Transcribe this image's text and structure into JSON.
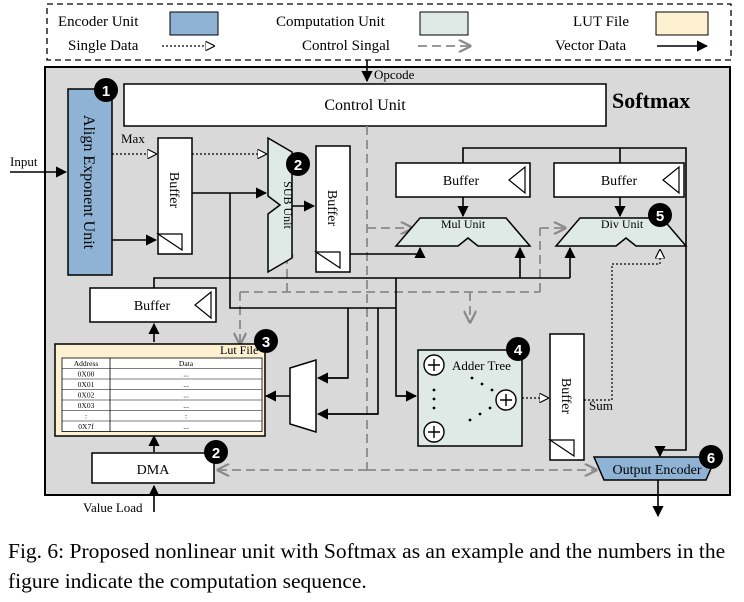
{
  "legend": {
    "encoder_unit": "Encoder Unit",
    "single_data": "Single Data",
    "computation_unit": "Computation Unit",
    "control_signal": "Control Singal",
    "lut_file": "LUT File",
    "vector_data": "Vector Data"
  },
  "colors": {
    "encoder": "#8fb3d5",
    "computation": "#dfe9e5",
    "lut": "#fdf1d2",
    "module_bg": "#d9d9d9",
    "control_dash": "#8a8a8a"
  },
  "module": {
    "title": "Softmax"
  },
  "labels": {
    "opcode": "Opcode",
    "control_unit": "Control Unit",
    "align_exponent_unit": "Align Exponent Unit",
    "input": "Input",
    "max": "Max",
    "buffer": "Buffer",
    "sub_unit": "SUB Unit",
    "mul_unit": "Mul Unit",
    "div_unit": "Div Unit",
    "lut_file": "Lut File",
    "adder_tree": "Adder Tree",
    "sum": "Sum",
    "dma": "DMA",
    "output_encoder": "Output Encoder",
    "value_load": "Value Load"
  },
  "lut_table": {
    "headers": [
      "Address",
      "Data"
    ],
    "rows": [
      [
        "0X00",
        "..."
      ],
      [
        "0X01",
        "..."
      ],
      [
        "0X02",
        "..."
      ],
      [
        "0X03",
        "..."
      ],
      [
        ":",
        ":"
      ],
      [
        "0X7f",
        "..."
      ]
    ]
  },
  "badges": [
    "1",
    "2",
    "2",
    "3",
    "4",
    "5",
    "6"
  ],
  "caption": "Fig. 6: Proposed nonlinear unit with Softmax as an example and the numbers in the figure indicate the computation sequence."
}
